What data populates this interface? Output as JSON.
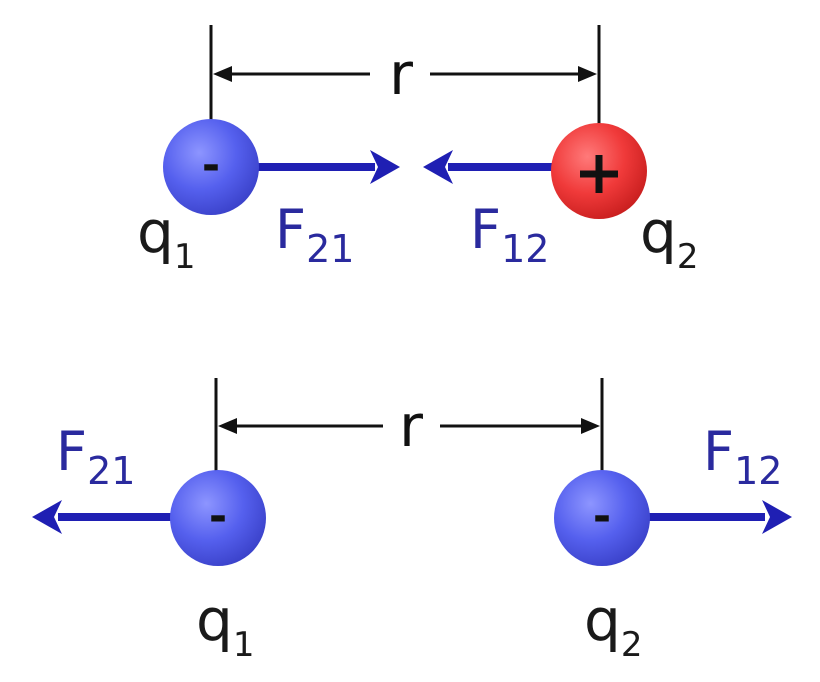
{
  "top_scene": {
    "distance_label": "r",
    "charge1": {
      "sign": "-",
      "label": "q",
      "subscript": "1"
    },
    "charge2": {
      "sign": "+",
      "label": "q",
      "subscript": "2"
    },
    "force_on_1": {
      "label": "F",
      "subscript": "21"
    },
    "force_on_2": {
      "label": "F",
      "subscript": "12"
    }
  },
  "bottom_scene": {
    "distance_label": "r",
    "charge1": {
      "sign": "-",
      "label": "q",
      "subscript": "1"
    },
    "charge2": {
      "sign": "-",
      "label": "q",
      "subscript": "2"
    },
    "force_on_1": {
      "label": "F",
      "subscript": "21"
    },
    "force_on_2": {
      "label": "F",
      "subscript": "12"
    }
  },
  "colors": {
    "negative_charge": "#4a52e6",
    "positive_charge": "#e52e2e",
    "force_arrow": "#1f1fb3",
    "force_label": "#2a2a9e",
    "charge_label": "#1a1a1a",
    "dimension_line": "#111111"
  }
}
